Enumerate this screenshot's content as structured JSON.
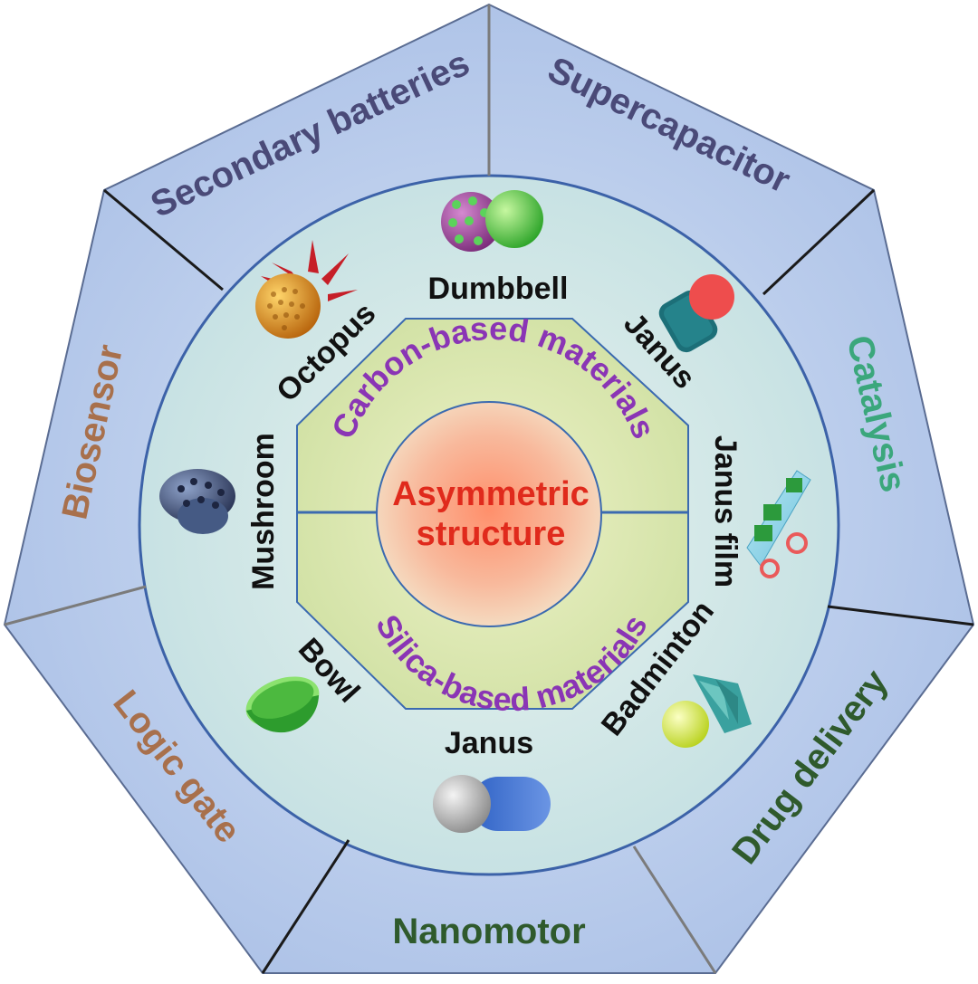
{
  "center": {
    "line1": "Asymmetric",
    "line2": "structure"
  },
  "materials": {
    "top": "Carbon-based materials",
    "bottom": "Silica-based materials"
  },
  "structures": {
    "dumbbell": "Dumbbell",
    "janus_top": "Janus",
    "janus_film": "Janus film",
    "badminton": "Badminton",
    "janus_bottom": "Janus",
    "bowl": "Bowl",
    "mushroom": "Mushroom",
    "octopus": "Octopus"
  },
  "applications": {
    "secondary_batteries": "Secondary batteries",
    "supercapacitor": "Supercapacitor",
    "catalysis": "Catalysis",
    "drug_delivery": "Drug delivery",
    "nanomotor": "Nanomotor",
    "logic_gate": "Logic gate",
    "biosensor": "Biosensor"
  },
  "colors": {
    "heptagon_fill": "#b4c8ea",
    "circle_fill": "#d3e9e6",
    "octagon_fill": "#d9e6b0",
    "core_fill": "#f2a17f",
    "supercapacitor": "#4a4a78",
    "secondary_batteries": "#4a4a78",
    "catalysis": "#3ba77c",
    "drug_delivery": "#2f5a2c",
    "nanomotor": "#2f5a2c",
    "logic_gate": "#a8704c",
    "biosensor": "#a8704c"
  }
}
